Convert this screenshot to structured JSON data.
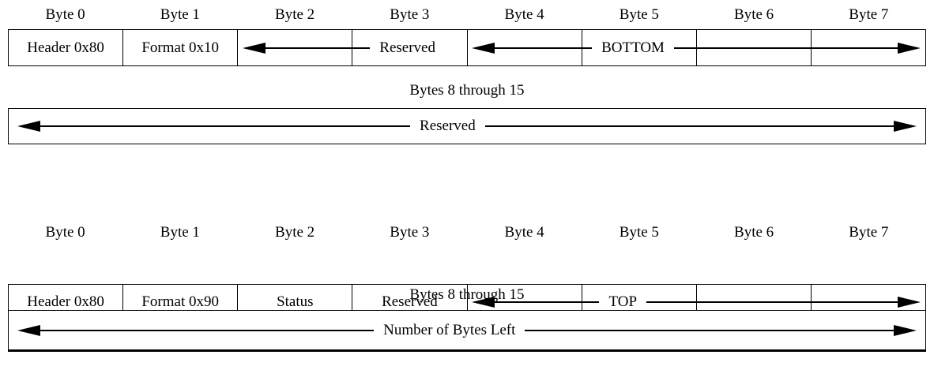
{
  "colors": {
    "foreground": "#000000",
    "background": "#ffffff"
  },
  "diagram1": {
    "headers": [
      "Byte 0",
      "Byte 1",
      "Byte 2",
      "Byte 3",
      "Byte 4",
      "Byte 5",
      "Byte 6",
      "Byte 7"
    ],
    "row": {
      "byte0": "Header 0x80",
      "byte1": "Format 0x10",
      "bytes2_3": "Reserved",
      "bytes4_7": "BOTTOM"
    },
    "section2_label": "Bytes 8 through 15",
    "section2_field": "Reserved"
  },
  "diagram2": {
    "headers": [
      "Byte 0",
      "Byte 1",
      "Byte 2",
      "Byte 3",
      "Byte 4",
      "Byte 5",
      "Byte 6",
      "Byte 7"
    ],
    "row": {
      "byte0": "Header 0x80",
      "byte1": "Format 0x90",
      "byte2": "Status",
      "byte3": "Reserved",
      "bytes4_7": "TOP"
    },
    "section2_label": "Bytes 8 through 15",
    "section2_field": "Number of Bytes Left"
  }
}
